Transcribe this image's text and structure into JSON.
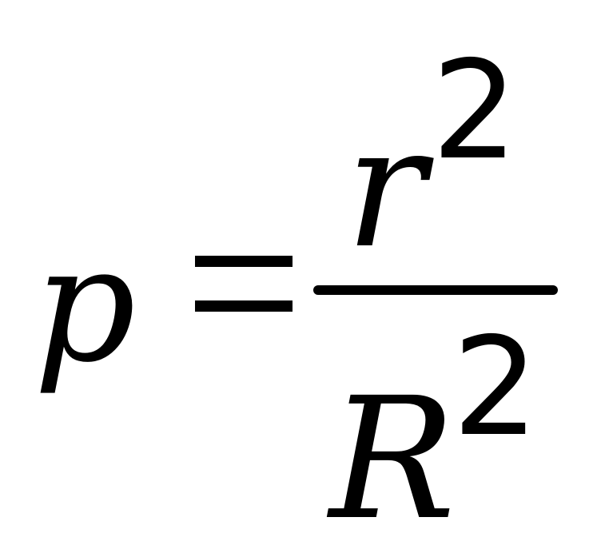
{
  "equation": {
    "lhs": "p",
    "equals": "=",
    "numerator": {
      "base": "r",
      "exponent": "2"
    },
    "denominator": {
      "base": "R",
      "exponent": "2"
    }
  }
}
